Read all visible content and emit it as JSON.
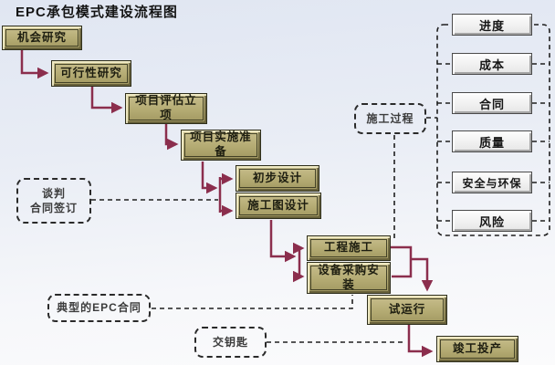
{
  "title": "EPC承包模式建设流程图",
  "flow": {
    "nodes": [
      {
        "id": "opportunity-study",
        "label": "机会研究"
      },
      {
        "id": "feasibility-study",
        "label": "可行性研究"
      },
      {
        "id": "project-evaluation-approval",
        "label": "项目评估立\n项"
      },
      {
        "id": "implementation-preparation",
        "label": "项目实施准\n备"
      },
      {
        "id": "preliminary-design",
        "label": "初步设计"
      },
      {
        "id": "construction-drawing-design",
        "label": "施工图设计"
      },
      {
        "id": "engineering-construction",
        "label": "工程施工"
      },
      {
        "id": "equipment-procurement-install",
        "label": "设备采购安\n装"
      },
      {
        "id": "trial-run",
        "label": "试运行"
      },
      {
        "id": "completion-production",
        "label": "竣工投产"
      }
    ]
  },
  "annotations": [
    {
      "id": "negotiation-contract-signing",
      "label": "谈判\n合同签订"
    },
    {
      "id": "construction-process",
      "label": "施工过程"
    },
    {
      "id": "typical-epc-contract",
      "label": "典型的EPC合同"
    },
    {
      "id": "turnkey",
      "label": "交钥匙"
    }
  ],
  "management_panel": {
    "items": [
      {
        "id": "progress",
        "label": "进度"
      },
      {
        "id": "cost",
        "label": "成本"
      },
      {
        "id": "contract",
        "label": "合同"
      },
      {
        "id": "quality",
        "label": "质量"
      },
      {
        "id": "safety-environment",
        "label": "安全与环保"
      },
      {
        "id": "risk",
        "label": "风险"
      }
    ]
  },
  "colors": {
    "arrow": "#8b2e4d",
    "node_face": "#b4ab73",
    "node_border": "#2e2e1c",
    "panel_face": "#efefef",
    "dashed_line": "#1f1f1f",
    "background": "#e9edf5"
  }
}
